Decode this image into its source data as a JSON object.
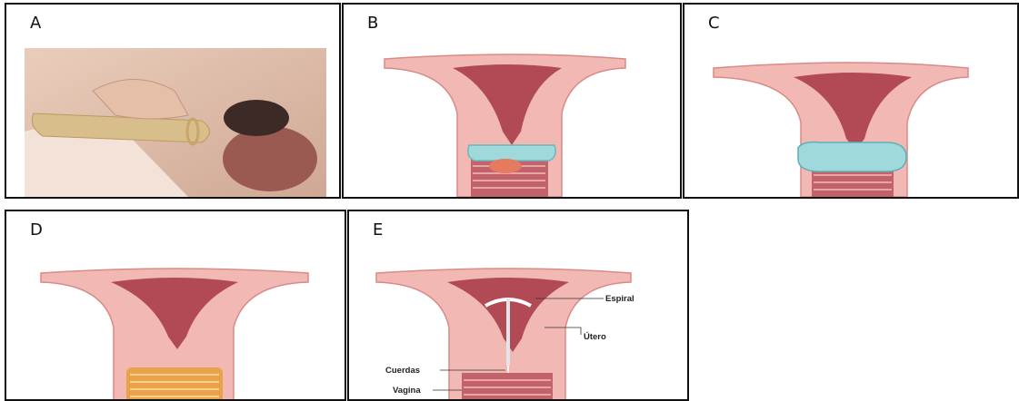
{
  "panels": {
    "a": {
      "letter": "A"
    },
    "b": {
      "letter": "B"
    },
    "c": {
      "letter": "C"
    },
    "d": {
      "letter": "D"
    },
    "e": {
      "letter": "E"
    }
  },
  "labels": {
    "espiral": "Espiral",
    "utero": "Útero",
    "cuerdas": "Cuerdas",
    "vagina": "Vagina"
  },
  "colors": {
    "tissue": "#f2b9b4",
    "tissue_edge": "#d98a86",
    "canal": "#b24a56",
    "diaphragm": "#9fd9dc",
    "ring_orange": "#e8a24a"
  }
}
